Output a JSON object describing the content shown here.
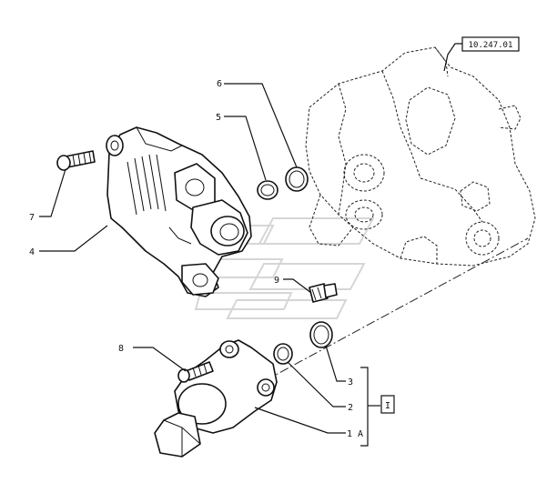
{
  "reference_box": {
    "text": "10.247.01"
  },
  "callouts": [
    {
      "id": "label-6",
      "text": "6"
    },
    {
      "id": "label-5",
      "text": "5"
    },
    {
      "id": "label-7",
      "text": "7"
    },
    {
      "id": "label-4",
      "text": "4"
    },
    {
      "id": "label-9",
      "text": "9"
    },
    {
      "id": "label-8",
      "text": "8"
    },
    {
      "id": "label-3",
      "text": "3"
    },
    {
      "id": "label-2",
      "text": "2"
    },
    {
      "id": "label-1a",
      "text": "1 A"
    }
  ],
  "kit_box": {
    "text": "I"
  }
}
